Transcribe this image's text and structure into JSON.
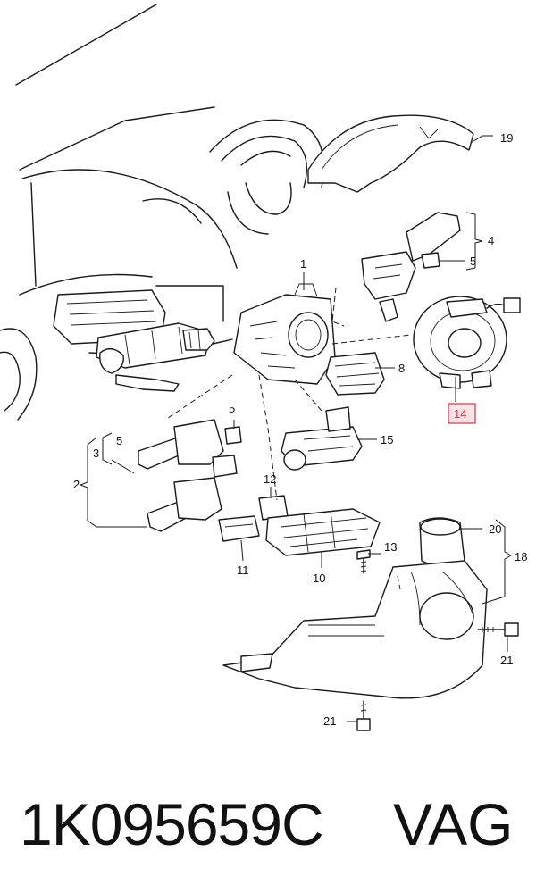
{
  "diagram": {
    "callouts": {
      "c1": "1",
      "c2": "2",
      "c3": "3",
      "c4": "4",
      "c5a": "5",
      "c5b": "5",
      "c5c": "5",
      "c8": "8",
      "c10": "10",
      "c11": "11",
      "c12": "12",
      "c13": "13",
      "c14": "14",
      "c15": "15",
      "c18": "18",
      "c19": "19",
      "c20": "20",
      "c21a": "21",
      "c21b": "21"
    },
    "highlight_color": "#d9334a"
  },
  "caption": {
    "part_number": "1K095659C",
    "brand": "VAG"
  }
}
